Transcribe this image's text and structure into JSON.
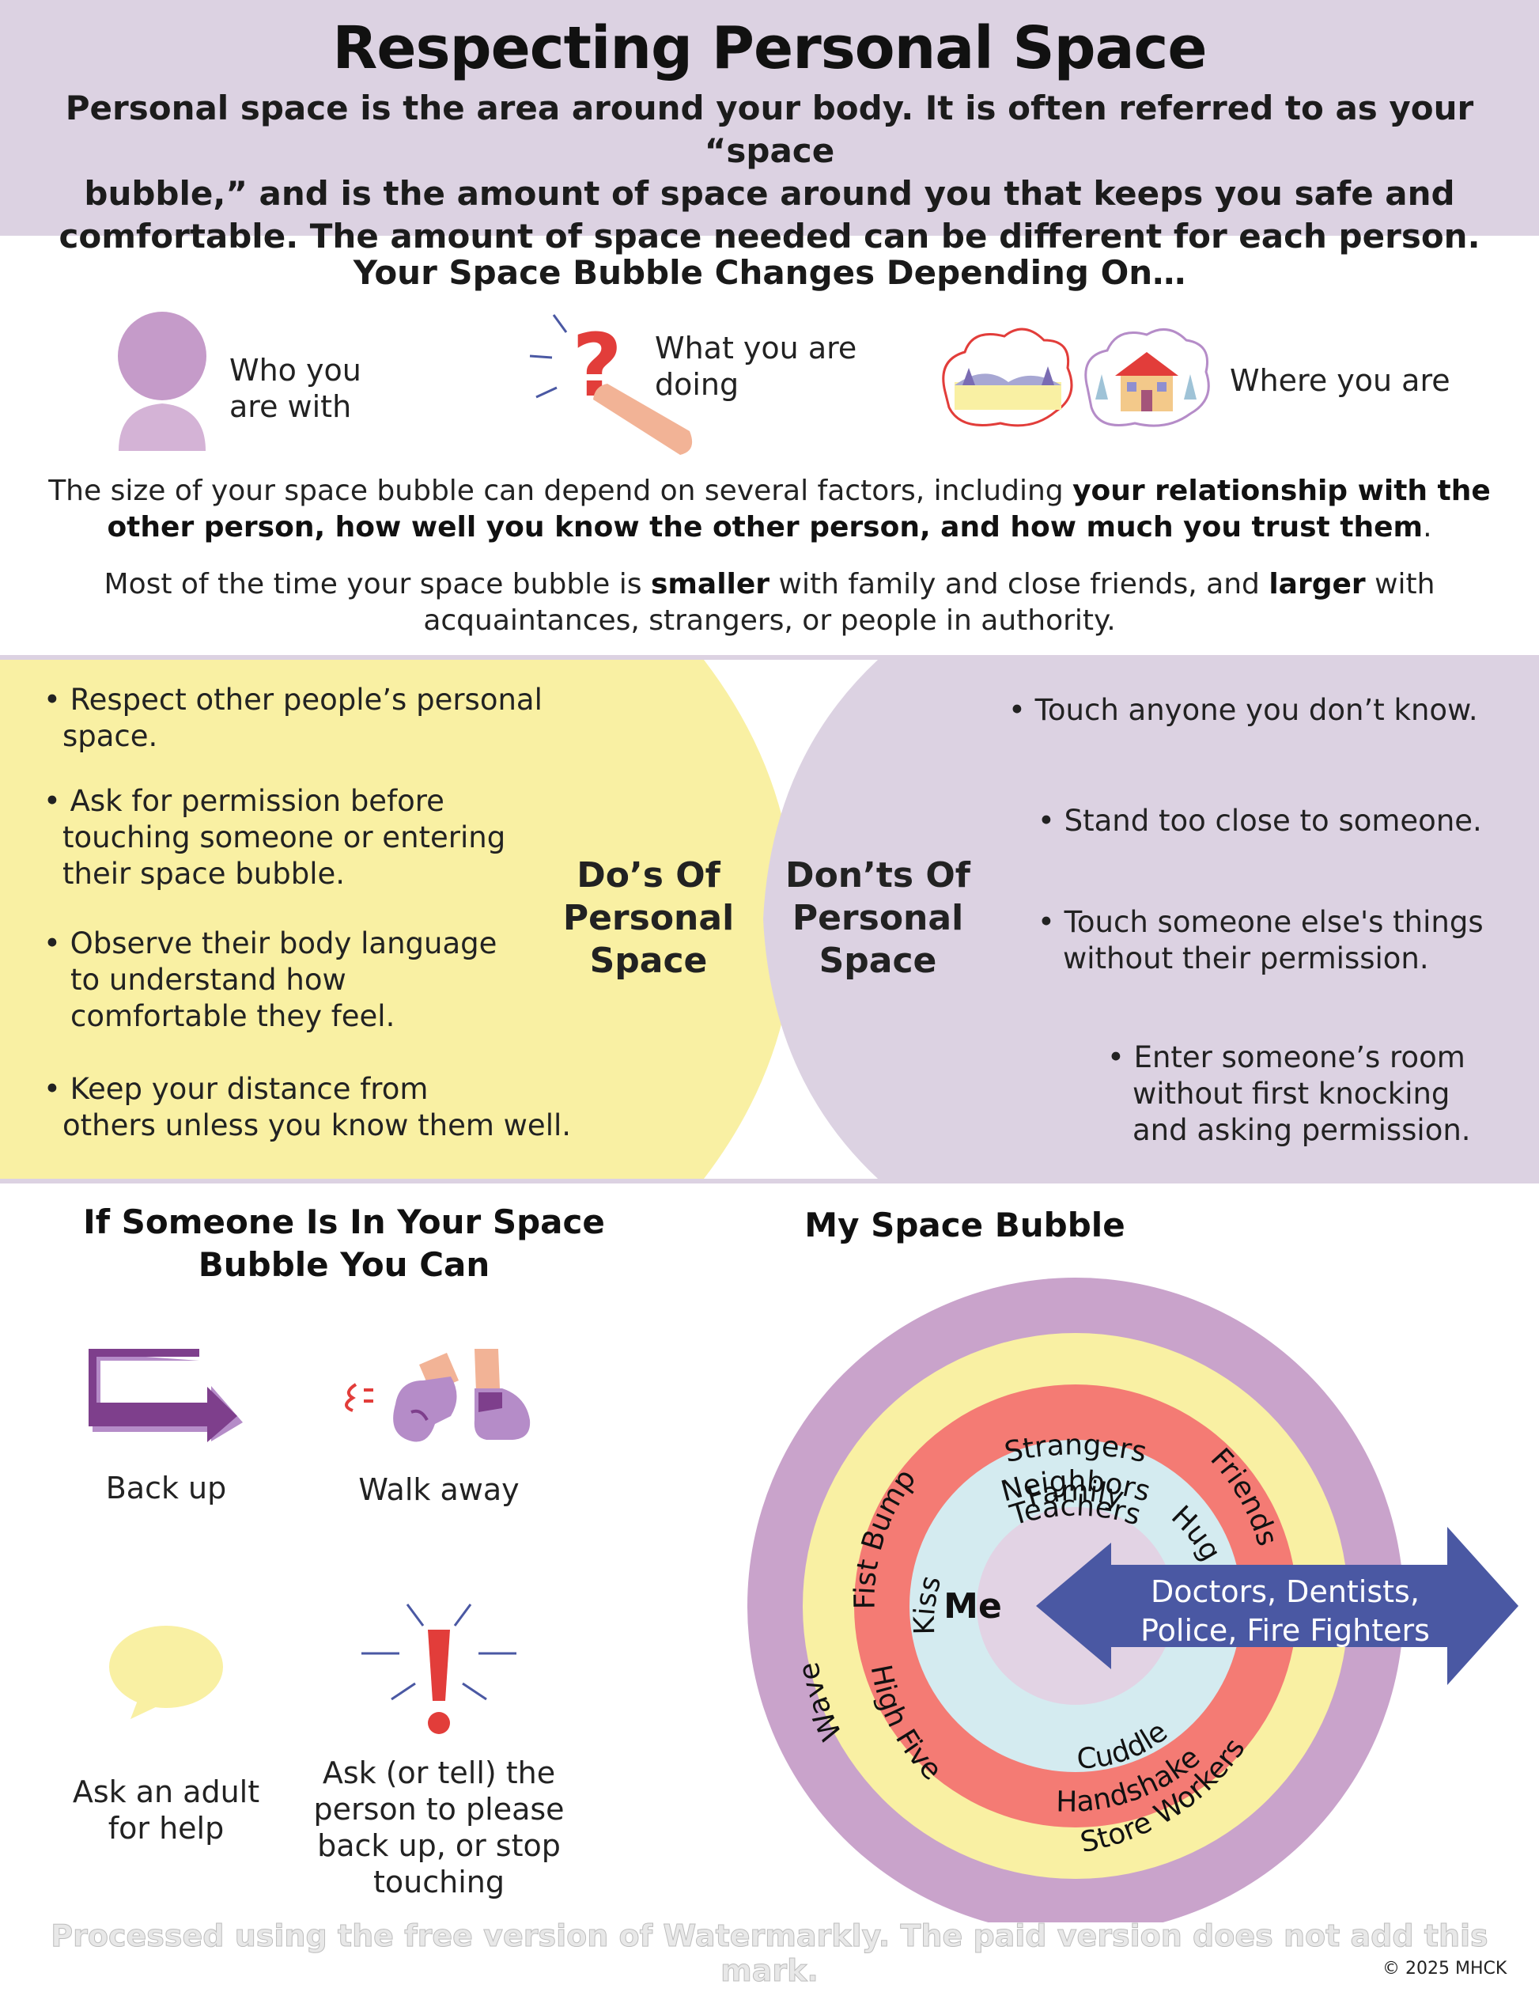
{
  "header": {
    "title": "Respecting Personal Space",
    "intro_line1": "Personal space is the area around your body.  It is often referred to as your “space",
    "intro_line2": "bubble,” and is the amount of space around you that keeps you safe and",
    "intro_line3": "comfortable.  The amount of space needed can be different for each person."
  },
  "changes": {
    "heading": "Your Space Bubble Changes Depending On…",
    "factors": [
      {
        "label_line1": "Who you",
        "label_line2": "are with",
        "icon": "person-icon"
      },
      {
        "label_line1": "What you are",
        "label_line2": "doing",
        "icon": "question-hand-icon"
      },
      {
        "label_line1": "Where you are",
        "label_line2": "",
        "icon": "places-icon"
      }
    ],
    "para1_plain": "The size of your space bubble can depend on several factors, including ",
    "para1_bold_a": "your relationship with the",
    "para1_bold_b": "other person, how well you know the other person, and how much you trust them",
    "para1_end": ".",
    "para2_a": "Most of the time your space bubble is ",
    "para2_bold_smaller": "smaller",
    "para2_b": " with family and close friends, and ",
    "para2_bold_larger": "larger",
    "para2_c": " with",
    "para2_line2": "acquaintances, strangers, or people in authority."
  },
  "dos": {
    "title_line1": "Do’s Of",
    "title_line2": "Personal",
    "title_line3": "Space",
    "items": [
      {
        "line1": "• Respect other people’s personal",
        "line2": "space."
      },
      {
        "line1": "• Ask for permission before",
        "line2": "touching someone or entering",
        "line3": "their space bubble."
      },
      {
        "line1": "• Observe their body language",
        "line2": "to understand how",
        "line3": "comfortable they feel."
      },
      {
        "line1": "• Keep your distance from",
        "line2": "others unless you know them well."
      }
    ]
  },
  "donts": {
    "title_line1": "Don’ts Of",
    "title_line2": "Personal",
    "title_line3": "Space",
    "items": [
      {
        "line1": "• Touch anyone you don’t know."
      },
      {
        "line1": "• Stand too close to someone."
      },
      {
        "line1": "• Touch someone else's things",
        "line2": "without their permission."
      },
      {
        "line1": "• Enter someone’s room",
        "line2": "without first knocking",
        "line3": "and asking permission."
      }
    ]
  },
  "actions": {
    "heading_line1": "If Someone Is In Your Space",
    "heading_line2": "Bubble You Can",
    "back_up": "Back up",
    "walk_away": "Walk away",
    "ask_adult_line1": "Ask an adult",
    "ask_adult_line2": "for help",
    "ask_person_line1": "Ask (or tell) the",
    "ask_person_line2": "person to please",
    "ask_person_line3": "back up, or stop",
    "ask_person_line4": "touching"
  },
  "bubble": {
    "heading": "My Space Bubble",
    "center": "Me",
    "ring1_top": "Family",
    "ring1_right": "Hug",
    "ring1_left": "Kiss",
    "ring1_bottom": "Cuddle",
    "ring2_top": "Teachers",
    "ring2_right": "Friends",
    "ring2_left": "Fist Bump",
    "ring2_lower_left": "High Five",
    "ring2_bottom": "Handshake",
    "ring3_top": "Neighbors",
    "ring3_left": "Wave",
    "ring3_bottom": "Store Workers",
    "ring4_top": "Strangers",
    "arrow_line1": "Doctors, Dentists,",
    "arrow_line2": "Police, Fire Fighters",
    "colors": {
      "ring4": "#c9a3cb",
      "ring3": "#f9f0a3",
      "ring2": "#f47b74",
      "ring1": "#d4ebf0",
      "center": "#e2d3e4",
      "arrow": "#4a58a3"
    }
  },
  "colors": {
    "lavender": "#dcd2e2",
    "yellow": "#f9f0a3",
    "purple_dark": "#7e3f8c",
    "purple_light": "#b58cc8",
    "red": "#e23d3a"
  },
  "footer": {
    "watermark_note": "Processed using the free version of Watermarkly. The paid version does not add this mark.",
    "copyright": "© 2025 MHCK"
  }
}
